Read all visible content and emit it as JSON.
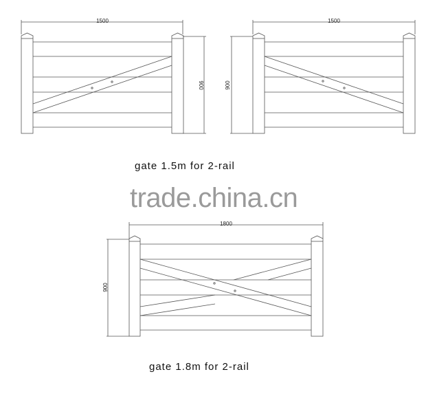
{
  "drawings": [
    {
      "id": "gate-1500-left",
      "width_label": "1500",
      "height_label": "900",
      "brace": "rising"
    },
    {
      "id": "gate-1500-right",
      "width_label": "1500",
      "height_label": "900",
      "brace": "falling"
    },
    {
      "id": "gate-1800",
      "width_label": "1800",
      "height_label": "900",
      "brace": "cross"
    }
  ],
  "captions": {
    "gate_15": "gate 1.5m for 2-rail",
    "gate_18": "gate 1.8m for 2-rail"
  },
  "watermark": "trade.china.cn",
  "colors": {
    "line": "#555555",
    "text": "#111111",
    "watermark": "#9a9a9a"
  }
}
